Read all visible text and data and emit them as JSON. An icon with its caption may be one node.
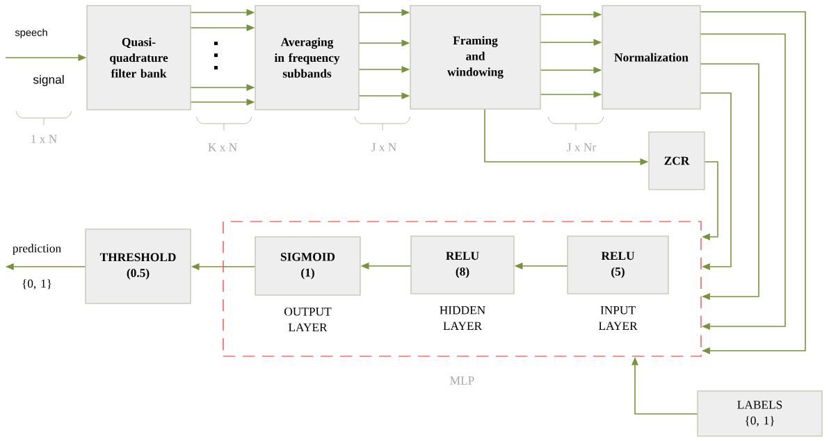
{
  "diagram": {
    "nodes": [
      {
        "text": [
          "Quasi-quadrature filter bank"
        ]
      },
      {
        "text": [
          "Averaging in frequency subbands"
        ]
      },
      {
        "text": [
          "Framing and windowing"
        ]
      },
      {
        "text": [
          "Normalization"
        ]
      },
      {
        "text": [
          "ZCR"
        ]
      },
      {
        "text": [
          "THRESHOLD (0.5)"
        ]
      },
      {
        "text": [
          "MLP"
        ]
      },
      {
        "text": [
          "SIGMOID (1)"
        ],
        "in": 6,
        "beside": [
          "OUTPUT LAYER"
        ]
      },
      {
        "text": [
          "RELU (8)"
        ],
        "in": 6,
        "beside": [
          "HIDDEN LAYER"
        ]
      },
      {
        "text": [
          "RELU (5)"
        ],
        "in": 6,
        "beside": [
          "INPUT LAYER"
        ]
      },
      {
        "text": [
          "LABELS {0, 1}"
        ]
      },
      {
        "text": [
          "prediction",
          "{0, 1}"
        ]
      }
    ],
    "edges": [
      {
        "from": null,
        "to": 0,
        "arrow": "to"
      },
      {
        "from": 0,
        "to": 1,
        "arrow": "to"
      },
      {
        "from": 0,
        "to": 1,
        "arrow": "to"
      },
      {
        "from": 0,
        "to": 1,
        "arrow": "to"
      },
      {
        "from": 0,
        "to": 1,
        "arrow": "to"
      },
      {
        "from": 1,
        "to": 2,
        "arrow": "to"
      },
      {
        "from": 1,
        "to": 2,
        "arrow": "to"
      },
      {
        "from": 1,
        "to": 2,
        "arrow": "to"
      },
      {
        "from": 1,
        "to": 2,
        "arrow": "to"
      },
      {
        "from": 2,
        "to": 3,
        "arrow": "to"
      },
      {
        "from": 2,
        "to": 3,
        "arrow": "to"
      },
      {
        "from": 2,
        "to": 3,
        "arrow": "to"
      },
      {
        "from": 2,
        "to": 3,
        "arrow": "to"
      },
      {
        "from": 2,
        "to": 4,
        "arrow": "to"
      },
      {
        "from": 3,
        "to": 6,
        "arrow": "to"
      },
      {
        "from": 3,
        "to": 6,
        "arrow": "to"
      },
      {
        "from": 3,
        "to": 6,
        "arrow": "to"
      },
      {
        "from": 3,
        "to": 6,
        "arrow": "to"
      },
      {
        "from": 4,
        "to": 6,
        "arrow": "to"
      },
      {
        "from": 9,
        "to": 8,
        "arrow": "to"
      },
      {
        "from": 8,
        "to": 7,
        "arrow": "to"
      },
      {
        "from": 7,
        "to": 5,
        "arrow": "to"
      },
      {
        "from": 5,
        "to": 11,
        "arrow": "to"
      },
      {
        "from": 10,
        "to": 6,
        "arrow": "to"
      }
    ],
    "labels": [
      "speech",
      "signal",
      "1 x N",
      "K x N",
      "J x N",
      "J x Nr"
    ]
  }
}
